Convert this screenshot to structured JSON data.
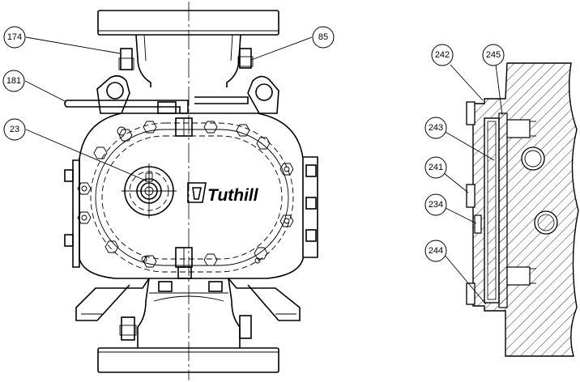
{
  "brand": {
    "logo_text": "Tuthill"
  },
  "part_labels": [
    {
      "id": "174",
      "label": "174"
    },
    {
      "id": "85",
      "label": "85"
    },
    {
      "id": "181",
      "label": "181"
    },
    {
      "id": "23",
      "label": "23"
    },
    {
      "id": "242",
      "label": "242"
    },
    {
      "id": "245",
      "label": "245"
    },
    {
      "id": "243",
      "label": "243"
    },
    {
      "id": "241",
      "label": "241"
    },
    {
      "id": "234",
      "label": "234"
    },
    {
      "id": "244",
      "label": "244"
    }
  ]
}
